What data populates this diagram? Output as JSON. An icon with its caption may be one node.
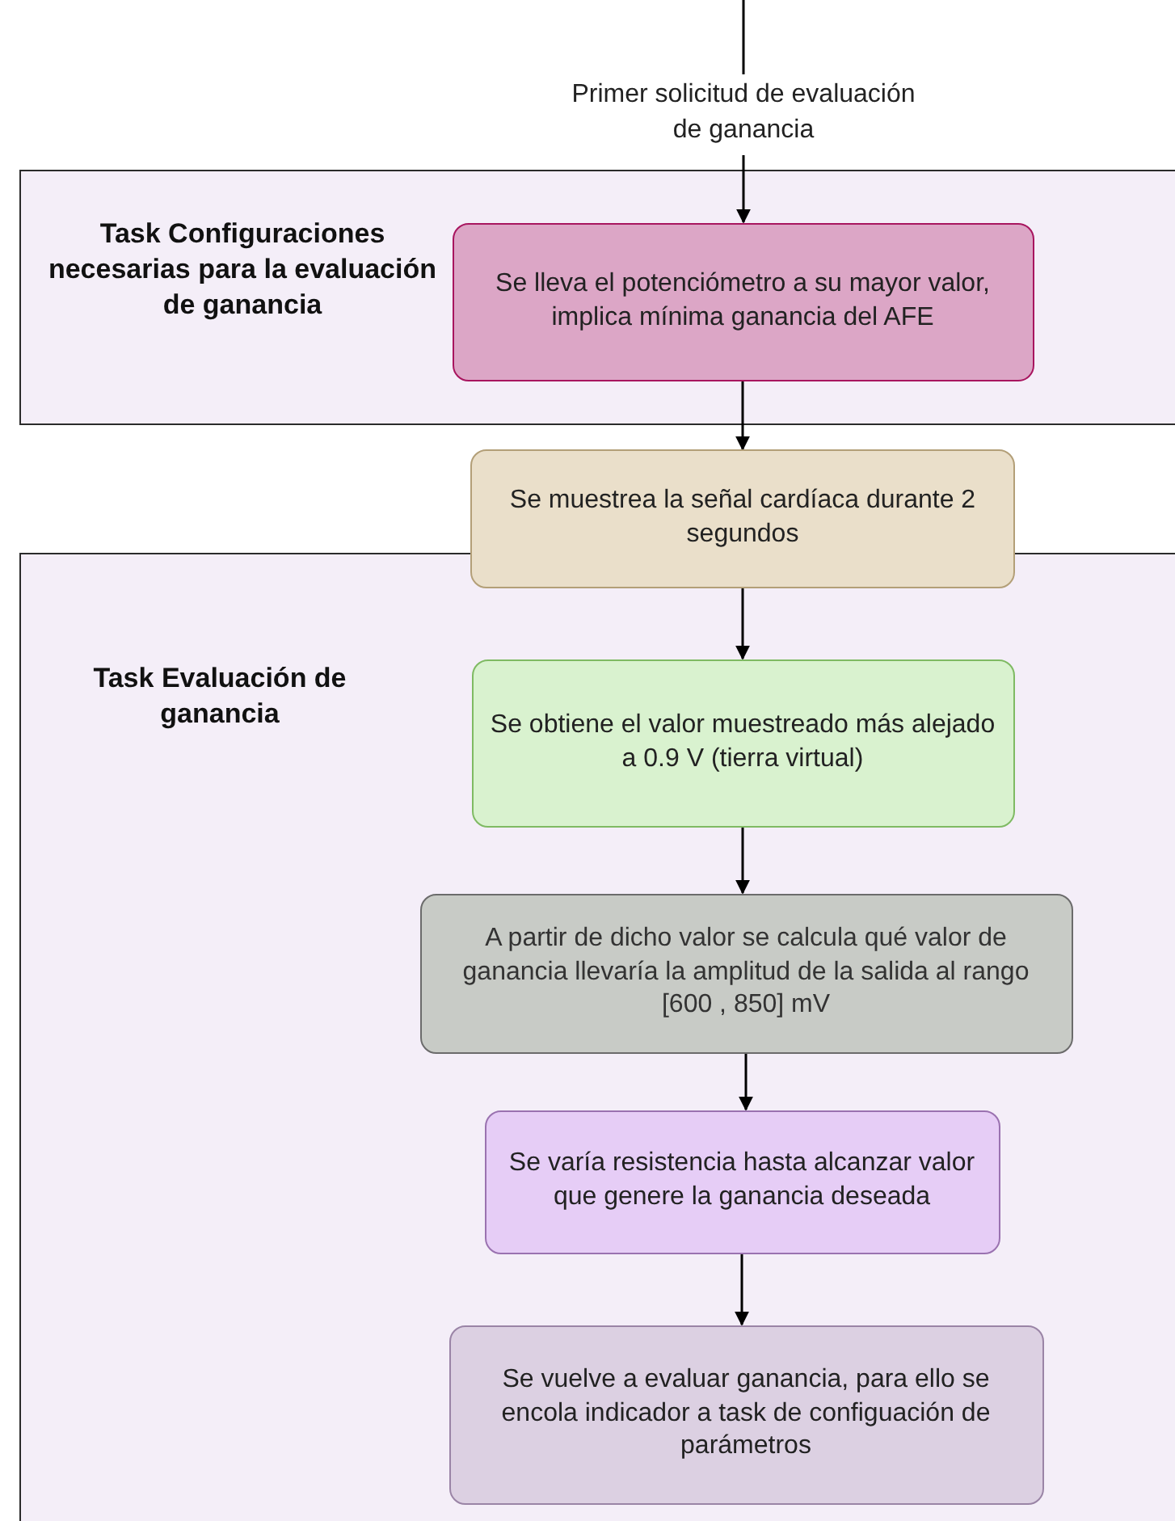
{
  "diagram": {
    "nodes": [
      {
        "text": [
          "Primer solicitud de evaluación de ganancia"
        ]
      },
      {
        "text": [
          "Task Configuraciones necesarias para la evaluación de ganancia"
        ]
      },
      {
        "text": [
          "Se lleva el potenciómetro a su mayor valor, implica mínima ganancia del AFE"
        ],
        "in": 1
      },
      {
        "text": [
          "Se muestrea la señal cardíaca durante 2 segundos"
        ]
      },
      {
        "text": [
          "Task Evaluación de ganancia"
        ]
      },
      {
        "text": [
          "Se obtiene el valor muestreado más alejado a 0.9 V (tierra virtual)"
        ],
        "in": 4
      },
      {
        "text": [
          "A partir de dicho valor se calcula qué valor de ganancia llevaría la amplitud de la salida al rango [600 , 850] mV"
        ],
        "in": 4
      },
      {
        "text": [
          "Se varía resistencia hasta alcanzar valor que genere la ganancia deseada"
        ],
        "in": 4
      },
      {
        "text": [
          "Se vuelve a evaluar ganancia, para ello se encola indicador a task de configuación de parámetros"
        ],
        "in": 4
      }
    ],
    "edges": [
      {
        "from": null,
        "to": 0,
        "arrow": "none"
      },
      {
        "from": 0,
        "to": 2,
        "arrow": "to"
      },
      {
        "from": 2,
        "to": 3,
        "arrow": "to"
      },
      {
        "from": 3,
        "to": 5,
        "arrow": "to"
      },
      {
        "from": 5,
        "to": 6,
        "arrow": "to"
      },
      {
        "from": 6,
        "to": 7,
        "arrow": "to"
      },
      {
        "from": 7,
        "to": 8,
        "arrow": "to"
      }
    ]
  }
}
